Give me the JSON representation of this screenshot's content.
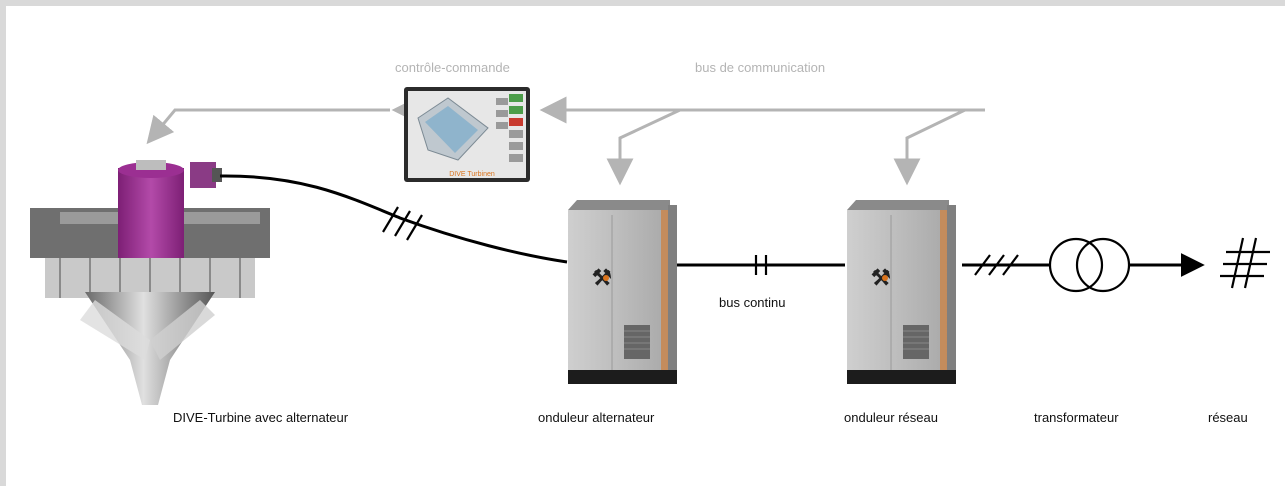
{
  "labels": {
    "control": "contrôle-commande",
    "bus_comm": "bus de communication",
    "turbine": "DIVE-Turbine avec alternateur",
    "inv_gen": "onduleur alternateur",
    "dc_bus": "bus continu",
    "inv_grid": "onduleur réseau",
    "transformer": "transformateur",
    "grid": "réseau"
  },
  "screen_brand": "DIVE Turbinen",
  "colors": {
    "comm_line": "#b4b4b4",
    "power_line": "#000000",
    "turbine_purple": "#9b2f92",
    "cabinet_grey": "#b9b9b9",
    "cabinet_accent": "#d9731c"
  }
}
